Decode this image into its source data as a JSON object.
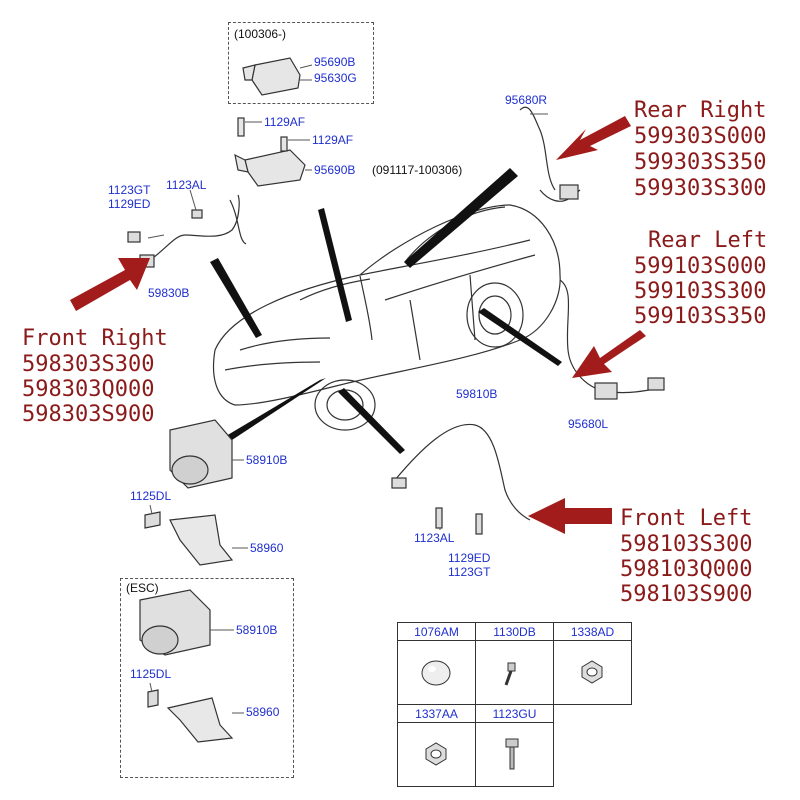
{
  "sensor_module": {
    "variant_note": "(100306-)",
    "parts_a": [
      "95690B",
      "95630G"
    ],
    "bolt_a": "1129AF",
    "bolt_b": "1129AF",
    "part_b": "95690B",
    "part_b_note": "(091117-100306)"
  },
  "front_right": {
    "bolt_labels": [
      "1123GT",
      "1129ED"
    ],
    "bolt_label_b": "1123AL",
    "sensor_label": "59830B",
    "heading": "Front Right",
    "part_numbers": [
      "598303S300",
      "598303Q000",
      "598303S900"
    ]
  },
  "rear_right": {
    "sensor_label": "95680R",
    "heading": "Rear Right",
    "part_numbers": [
      "599303S000",
      "599303S350",
      "599303S300"
    ]
  },
  "rear_left": {
    "sensor_label": "95680L",
    "heading": "Rear Left",
    "part_numbers": [
      "599103S000",
      "599103S300",
      "599103S350"
    ]
  },
  "front_left": {
    "sensor_label": "59810B",
    "bolt_label": "1123AL",
    "bolt_labels_b": [
      "1129ED",
      "1123GT"
    ],
    "heading": "Front Left",
    "part_numbers": [
      "598103S300",
      "598103Q000",
      "598103S900"
    ]
  },
  "abs_unit": {
    "unit_label": "58910B",
    "bolt_label": "1125DL",
    "bracket_label": "58960"
  },
  "esc_unit": {
    "variant_note": "(ESC)",
    "unit_label": "58910B",
    "bolt_label": "1125DL",
    "bracket_label": "58960"
  },
  "fastener_table": {
    "row1": [
      "1076AM",
      "1130DB",
      "1338AD"
    ],
    "row2": [
      "1337AA",
      "1123GU"
    ]
  },
  "colors": {
    "label_blue": "#1f2fd0",
    "heading_red": "#8b1a1a",
    "arrow_red": "#a31c1c",
    "line_gray": "#555555"
  }
}
